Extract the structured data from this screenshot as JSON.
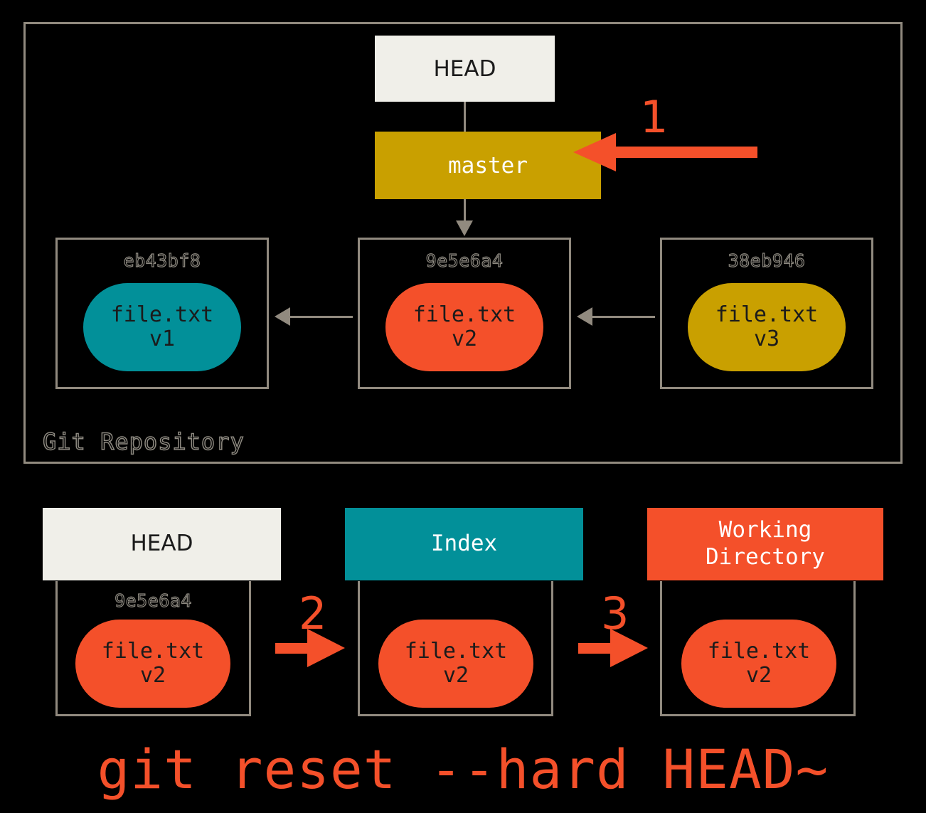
{
  "repository": {
    "label": "Git Repository",
    "head_pointer": "HEAD",
    "branch": "master",
    "commits": [
      {
        "hash": "eb43bf8",
        "file": "file.txt",
        "version": "v1",
        "color": "#029099"
      },
      {
        "hash": "9e5e6a4",
        "file": "file.txt",
        "version": "v2",
        "color": "#f4502a"
      },
      {
        "hash": "38eb946",
        "file": "file.txt",
        "version": "v3",
        "color": "#c9a000"
      }
    ]
  },
  "trees": {
    "columns": [
      {
        "title": "HEAD",
        "hash": "9e5e6a4",
        "file": "file.txt",
        "version": "v2",
        "blob_color": "#f4502a",
        "header_bg": "#f0efe9"
      },
      {
        "title": "Index",
        "hash": "",
        "file": "file.txt",
        "version": "v2",
        "blob_color": "#f4502a",
        "header_bg": "#029099"
      },
      {
        "title_line1": "Working",
        "title_line2": "Directory",
        "hash": "",
        "file": "file.txt",
        "version": "v2",
        "blob_color": "#f4502a",
        "header_bg": "#f4502a"
      }
    ]
  },
  "steps": {
    "one": "1",
    "two": "2",
    "three": "3"
  },
  "command": "git reset --hard HEAD~",
  "colors": {
    "background": "#000000",
    "frame": "#918a7f",
    "accent_red": "#f4502a",
    "teal": "#029099",
    "gold": "#c9a000",
    "cream": "#f0efe9"
  }
}
